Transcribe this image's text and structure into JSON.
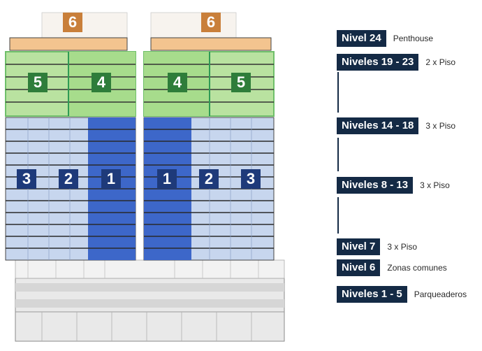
{
  "building": {
    "left_tower_badges": [
      "6",
      "5",
      "4",
      "3",
      "2",
      "1"
    ],
    "right_tower_badges": [
      "6",
      "4",
      "5",
      "1",
      "2",
      "3"
    ],
    "colors": {
      "penthouse": "#c97f3a",
      "penthouse_fill": "#f3c48f",
      "green_badge": "#2e7d3a",
      "green_fill": "#b9e2a0",
      "blue_badge": "#1e3a7a",
      "blue_dark": "#3d67c9",
      "blue_light": "#c7d6ee",
      "label_bg": "#142a45"
    }
  },
  "legend": [
    {
      "level": "Nivel 24",
      "desc": "Penthouse"
    },
    {
      "level": "Niveles 19 - 23",
      "desc": "2 x Piso"
    },
    {
      "level": "Niveles 14 - 18",
      "desc": "3 x Piso"
    },
    {
      "level": "Niveles 8 - 13",
      "desc": "3 x Piso"
    },
    {
      "level": "Nivel 7",
      "desc": "3 x Piso"
    },
    {
      "level": "Nivel 6",
      "desc": "Zonas comunes"
    },
    {
      "level": "Niveles 1 - 5",
      "desc": "Parqueaderos"
    }
  ]
}
